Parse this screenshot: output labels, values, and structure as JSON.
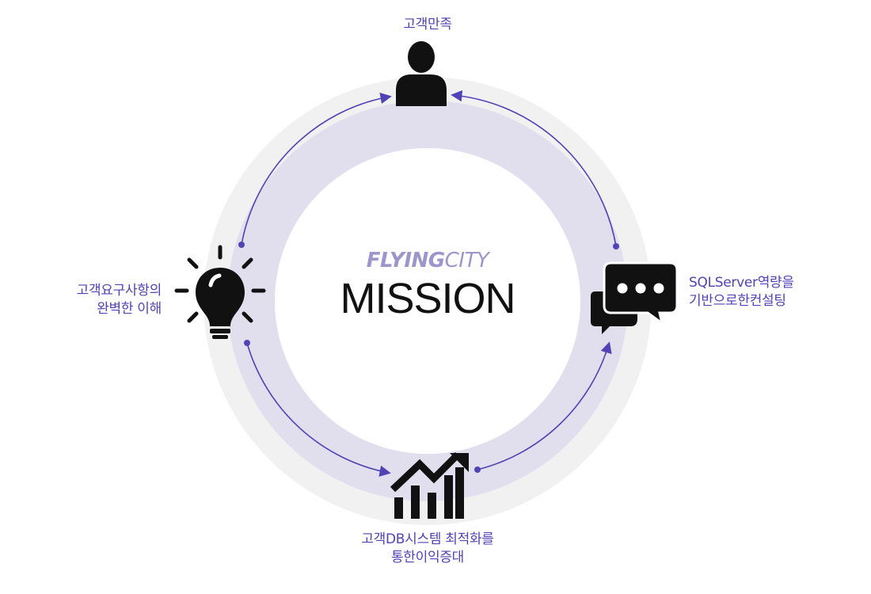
{
  "center": {
    "brand_bold": "FLYING",
    "brand_light": "CITY",
    "title": "MISSION"
  },
  "nodes": {
    "top": {
      "lines": [
        "고객만족"
      ],
      "icon": "user-icon"
    },
    "right": {
      "lines": [
        "SQLServer역량을",
        "기반으로한컨설팅"
      ],
      "icon": "chat-bubbles-icon"
    },
    "bottom": {
      "lines": [
        "고객DB시스템 최적화를",
        "통한이익증대"
      ],
      "icon": "growth-chart-icon"
    },
    "left": {
      "lines": [
        "고객요구사항의",
        "완벽한 이해"
      ],
      "icon": "lightbulb-icon"
    }
  },
  "colors": {
    "accent": "#4f43b5",
    "ring_outer": "#f1f1f2",
    "ring_inner": "#e1dfee",
    "icon": "#111111",
    "brand": "#9c96cc"
  }
}
